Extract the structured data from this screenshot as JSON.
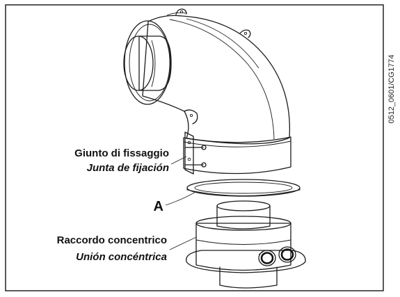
{
  "labels": {
    "fixing_joint_it": "Giunto di fissaggio",
    "fixing_joint_es": "Junta de fijación",
    "part_a": "A",
    "concentric_fitting_it": "Raccordo concentrico",
    "concentric_fitting_es": "Unión concéntrica",
    "figure_code": "0512_0601/CG1774"
  }
}
